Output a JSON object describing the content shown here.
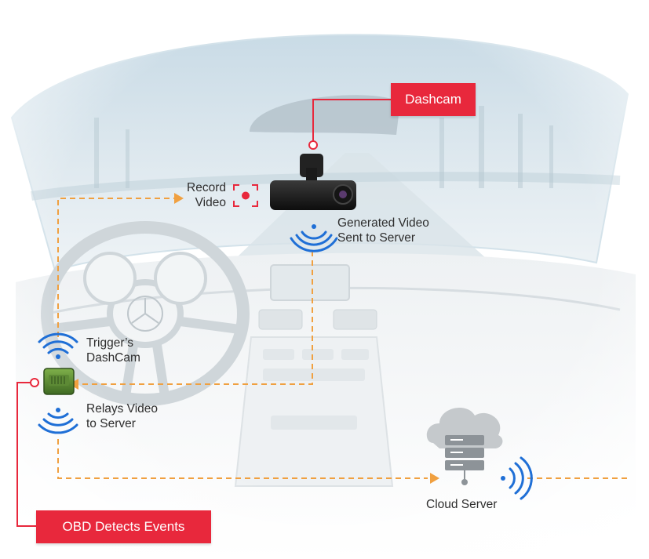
{
  "callouts": {
    "dashcam": "Dashcam",
    "obd": "OBD Detects Events"
  },
  "annotations": {
    "record_video": [
      "Record",
      "Video"
    ],
    "generated_video": [
      "Generated Video",
      "Sent to Server"
    ],
    "triggers_dashcam": [
      "Trigger’s",
      "DashCam"
    ],
    "relays_video": [
      "Relays Video",
      "to Server"
    ],
    "cloud_server": "Cloud Server"
  },
  "icons": {
    "wifi": "wifi-signal-icon",
    "record": "record-icon",
    "cloud_server": "cloud-server-icon",
    "dashcam": "dashcam-device-icon",
    "obd": "obd-device-icon"
  },
  "colors": {
    "accent_red": "#e8283c",
    "flow_orange": "#f0a040",
    "wifi_blue": "#1f6fd6",
    "text_dark": "#2e2e2e"
  }
}
